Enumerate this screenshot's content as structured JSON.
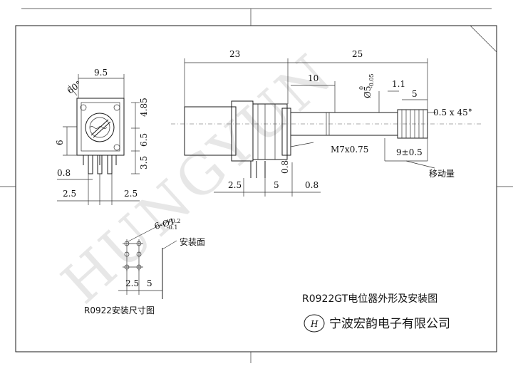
{
  "watermark": "HUNGYUN",
  "left_view": {
    "dims": {
      "top_width": "9.5",
      "angle": "60°",
      "right_top": "4.85",
      "right_mid": "6.5",
      "right_bottom": "3.5",
      "left_height": "6",
      "left_pin": "0.8",
      "bottom_left": "2.5",
      "bottom_right": "2.5"
    }
  },
  "side_view": {
    "dims": {
      "length_body": "23",
      "length_shaft": "25",
      "thread_length": "10",
      "shaft_diameter": "Ø5",
      "shaft_tol_upper": "0",
      "shaft_tol_lower": "-0.05",
      "knurl_1": "1.1",
      "knurl_2": "5",
      "chamfer": "0.5 x 45°",
      "thread": "M7x0.75",
      "travel": "9±0.5",
      "travel_label": "移动量",
      "pin_thickness": "0.8",
      "bottom_1": "2.5",
      "bottom_2": "5",
      "bottom_3": "0.8"
    }
  },
  "pcb_layout": {
    "holes_dim": "6-Ø1",
    "holes_tol_upper": "+0.2",
    "holes_tol_lower": "-0.1",
    "mount_face": "安装面",
    "dim_pitch": "2.5",
    "dim_offset": "5",
    "caption": "R0922安装尺寸图"
  },
  "title_block": {
    "title": "R0922GT电位器外形及安装图",
    "logo_letter": "H",
    "company": "宁波宏韵电子有限公司"
  }
}
